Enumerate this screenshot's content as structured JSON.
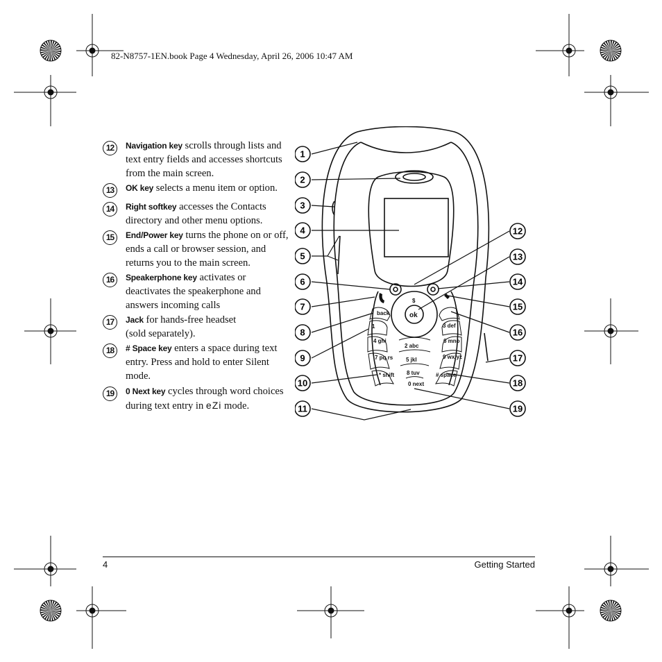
{
  "header": {
    "print_info": "82-N8757-1EN.book  Page 4  Wednesday, April 26, 2006  10:47 AM"
  },
  "items": [
    {
      "num": "12",
      "key": "Navigation key",
      "desc": " scrolls through lists and text entry fields and accesses shortcuts from the main screen."
    },
    {
      "num": "13",
      "key": "OK key",
      "desc": " selects a menu item or option."
    },
    {
      "num": "14",
      "key": "Right softkey",
      "desc": " accesses the Contacts directory and other menu options."
    },
    {
      "num": "15",
      "key": "End/Power key",
      "desc": " turns the phone on or off, ends a call or browser session, and returns you to the main screen."
    },
    {
      "num": "16",
      "key": "Speakerphone key",
      "desc": " activates or deactivates the speakerphone and answers incoming calls"
    },
    {
      "num": "17",
      "key": "Jack",
      "desc": " for hands-free headset (sold separately)."
    },
    {
      "num": "18",
      "key": "# Space key",
      "desc": " enters a space during text entry. Press and hold to enter Silent mode."
    },
    {
      "num": "19",
      "key": "0 Next key",
      "desc_before": " cycles through word choices during text entry in ",
      "ezi": "eZi",
      "desc_after": " mode."
    }
  ],
  "callouts_left": [
    "1",
    "2",
    "3",
    "4",
    "5",
    "6",
    "7",
    "8",
    "9",
    "10",
    "11"
  ],
  "callouts_right": [
    "12",
    "13",
    "14",
    "15",
    "16",
    "17",
    "18",
    "19"
  ],
  "keypad": {
    "k1": "1",
    "k2": "2 abc",
    "k3": "3 def",
    "k4": "4 ghi",
    "k5": "5 jkl",
    "k6": "6 mno",
    "k7": "7 pq rs",
    "k8": "8 tuv",
    "k9": "9 wx yz",
    "kstar": "* shift",
    "k0": "0 next",
    "khash": "# space",
    "back": "back",
    "ok": "ok",
    "s": "$"
  },
  "footer": {
    "page_number": "4",
    "section_title": "Getting Started"
  }
}
